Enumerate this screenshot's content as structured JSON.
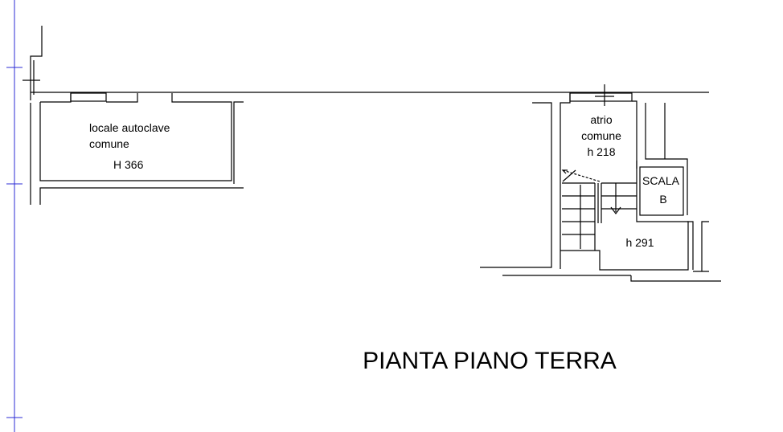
{
  "plan": {
    "title": "PIANTA PIANO TERRA",
    "rooms": [
      {
        "lines": [
          "locale autoclave",
          "comune"
        ],
        "height": "H 366"
      },
      {
        "lines": [
          "atrio",
          "comune"
        ],
        "height": "h 218"
      },
      {
        "lines": [
          "SCALA",
          "B"
        ]
      },
      {
        "height": "h 291"
      }
    ]
  },
  "colors": {
    "background": "#ffffff",
    "lines": "#000000",
    "margin_line": "#2b2bd6"
  }
}
